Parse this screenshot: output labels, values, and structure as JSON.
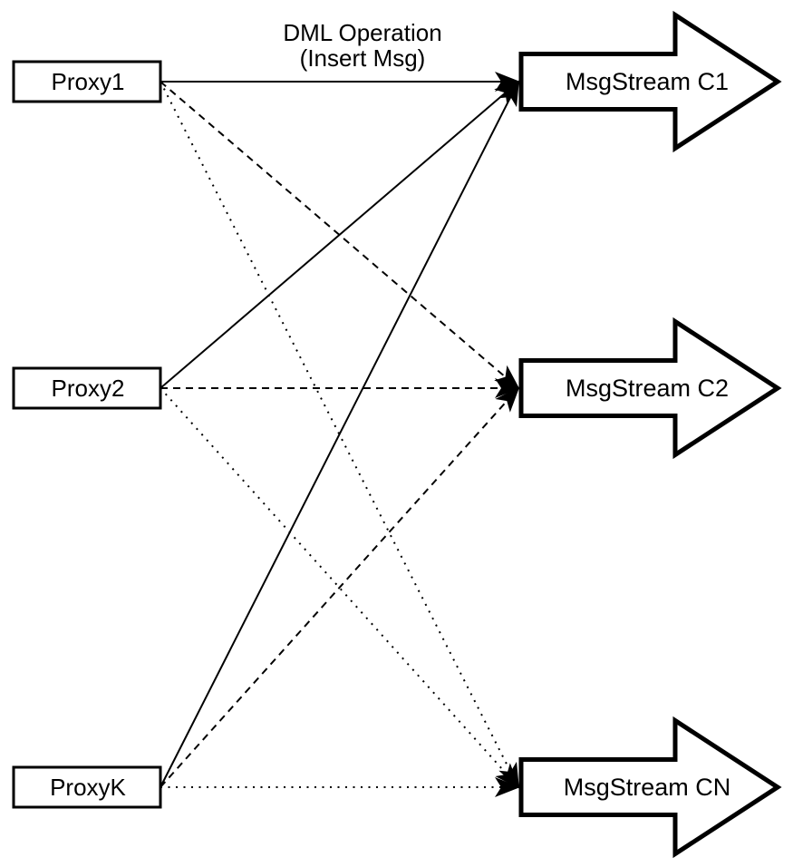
{
  "diagram": {
    "colors": {
      "background": "#ffffff",
      "stroke": "#000000",
      "shape_fill": "#ffffff",
      "text": "#000000"
    },
    "edge_label": {
      "line1": "DML Operation",
      "line2": "(Insert Msg)"
    },
    "proxies": [
      {
        "id": "proxy1",
        "label": "Proxy1"
      },
      {
        "id": "proxy2",
        "label": "Proxy2"
      },
      {
        "id": "proxyk",
        "label": "ProxyK"
      }
    ],
    "streams": [
      {
        "id": "c1",
        "label": "MsgStream C1"
      },
      {
        "id": "c2",
        "label": "MsgStream C2"
      },
      {
        "id": "cn",
        "label": "MsgStream CN"
      }
    ],
    "connections": [
      {
        "from": "proxy1",
        "to": "c1",
        "style": "solid",
        "label": "DML Operation (Insert Msg)"
      },
      {
        "from": "proxy2",
        "to": "c1",
        "style": "solid"
      },
      {
        "from": "proxyk",
        "to": "c1",
        "style": "solid"
      },
      {
        "from": "proxy1",
        "to": "c2",
        "style": "dashed"
      },
      {
        "from": "proxy2",
        "to": "c2",
        "style": "dashed"
      },
      {
        "from": "proxyk",
        "to": "c2",
        "style": "dashed"
      },
      {
        "from": "proxy1",
        "to": "cn",
        "style": "dotted"
      },
      {
        "from": "proxy2",
        "to": "cn",
        "style": "dotted"
      },
      {
        "from": "proxyk",
        "to": "cn",
        "style": "dotted"
      }
    ]
  }
}
